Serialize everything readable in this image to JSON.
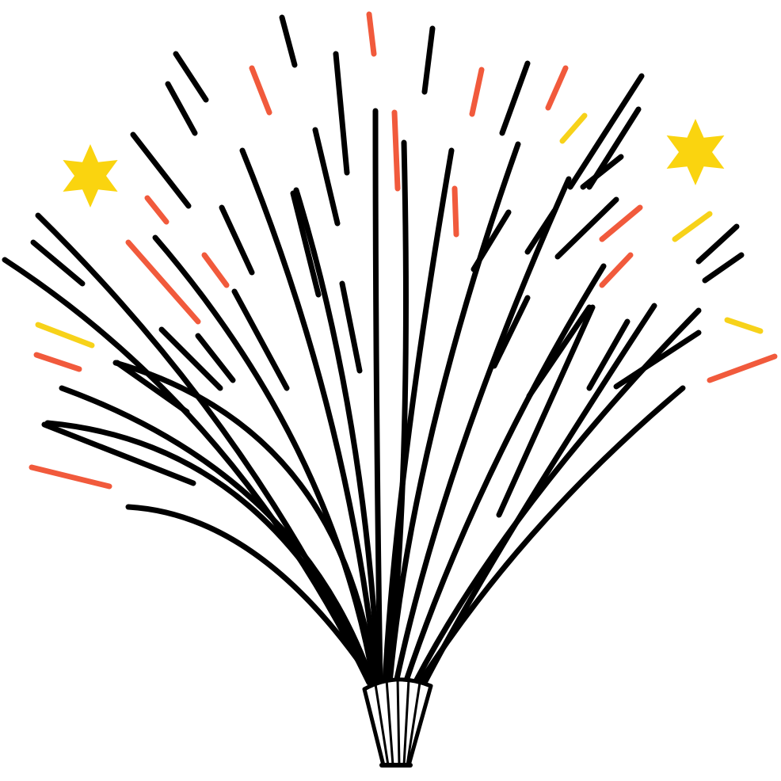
{
  "image": {
    "subject": "firework-fountain-illustration",
    "colors": {
      "background": "#ffffff",
      "streak": "#000000",
      "spark_red": "#f15a3c",
      "spark_yellow": "#f7d21a",
      "star": "#fad40f",
      "tube_fill": "#ffffff",
      "tube_outline": "#000000"
    },
    "icons": [
      "star-icon-left",
      "star-icon-right",
      "firework-tube-icon"
    ]
  }
}
